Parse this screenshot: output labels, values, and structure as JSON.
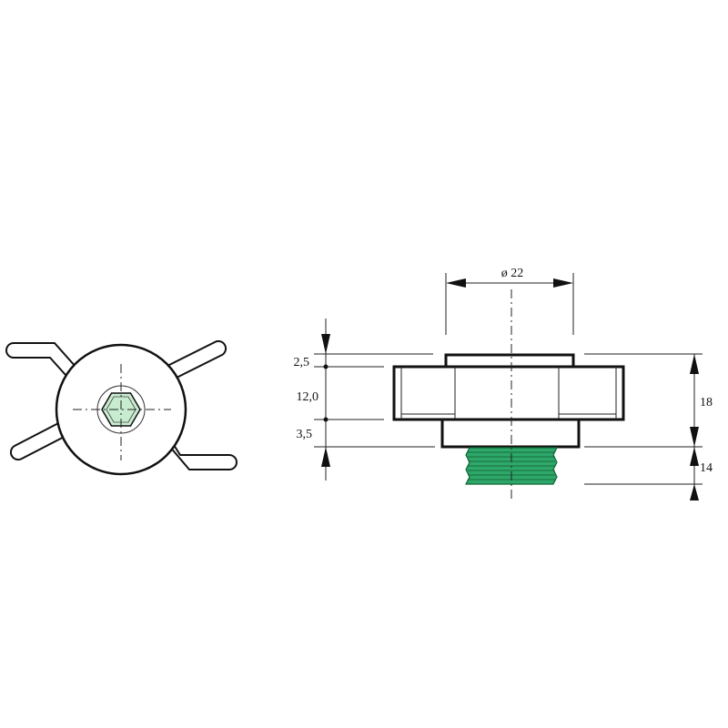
{
  "colors": {
    "line": "#111111",
    "thread_fill": "#2ea86a",
    "hex_fill": "#c8ecd0",
    "background": "#ffffff"
  },
  "dimensions": {
    "diameter": "ø 22",
    "top_flange": "2,5",
    "body_height": "12,0",
    "bottom_step": "3,5",
    "total_height": "18",
    "thread_length": "14"
  }
}
